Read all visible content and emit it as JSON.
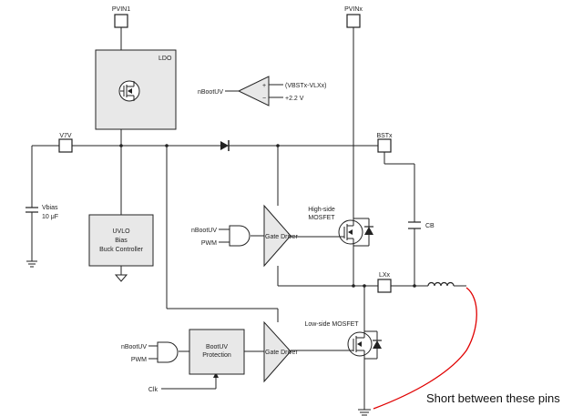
{
  "pins": {
    "pvin1": "PVIN1",
    "pvinx": "PVINx",
    "v7v": "V7V",
    "bstx": "BSTx",
    "lxx": "LXx"
  },
  "blocks": {
    "ldo": "LDO",
    "controller": [
      "UVLO",
      "Bias",
      "Buck Controller"
    ],
    "bootuv_protection": [
      "BootUV",
      "Protection"
    ],
    "gate_driver_high": "Gate Driver",
    "gate_driver_low": "Gate Driver"
  },
  "comparator": {
    "output": "nBootUV",
    "in_plus": "(VBSTx-VLXx)",
    "in_minus": "+2.2 V",
    "sign_plus": "+",
    "sign_minus": "−"
  },
  "components": {
    "high_side_mosfet": [
      "High-side",
      "MOSFET"
    ],
    "low_side_mosfet": "Low-side MOSFET",
    "vbias_cap": [
      "Vbias",
      "10 μF"
    ],
    "boot_cap": "CB"
  },
  "signals": {
    "hs_nbootuv": "nBootUV",
    "hs_pwm": "PWM",
    "ls_nbootuv": "nBootUV",
    "ls_pwm": "PWM",
    "clk": "Clk"
  },
  "annotation": {
    "text": "Short between these pins",
    "color": "#e00000"
  }
}
